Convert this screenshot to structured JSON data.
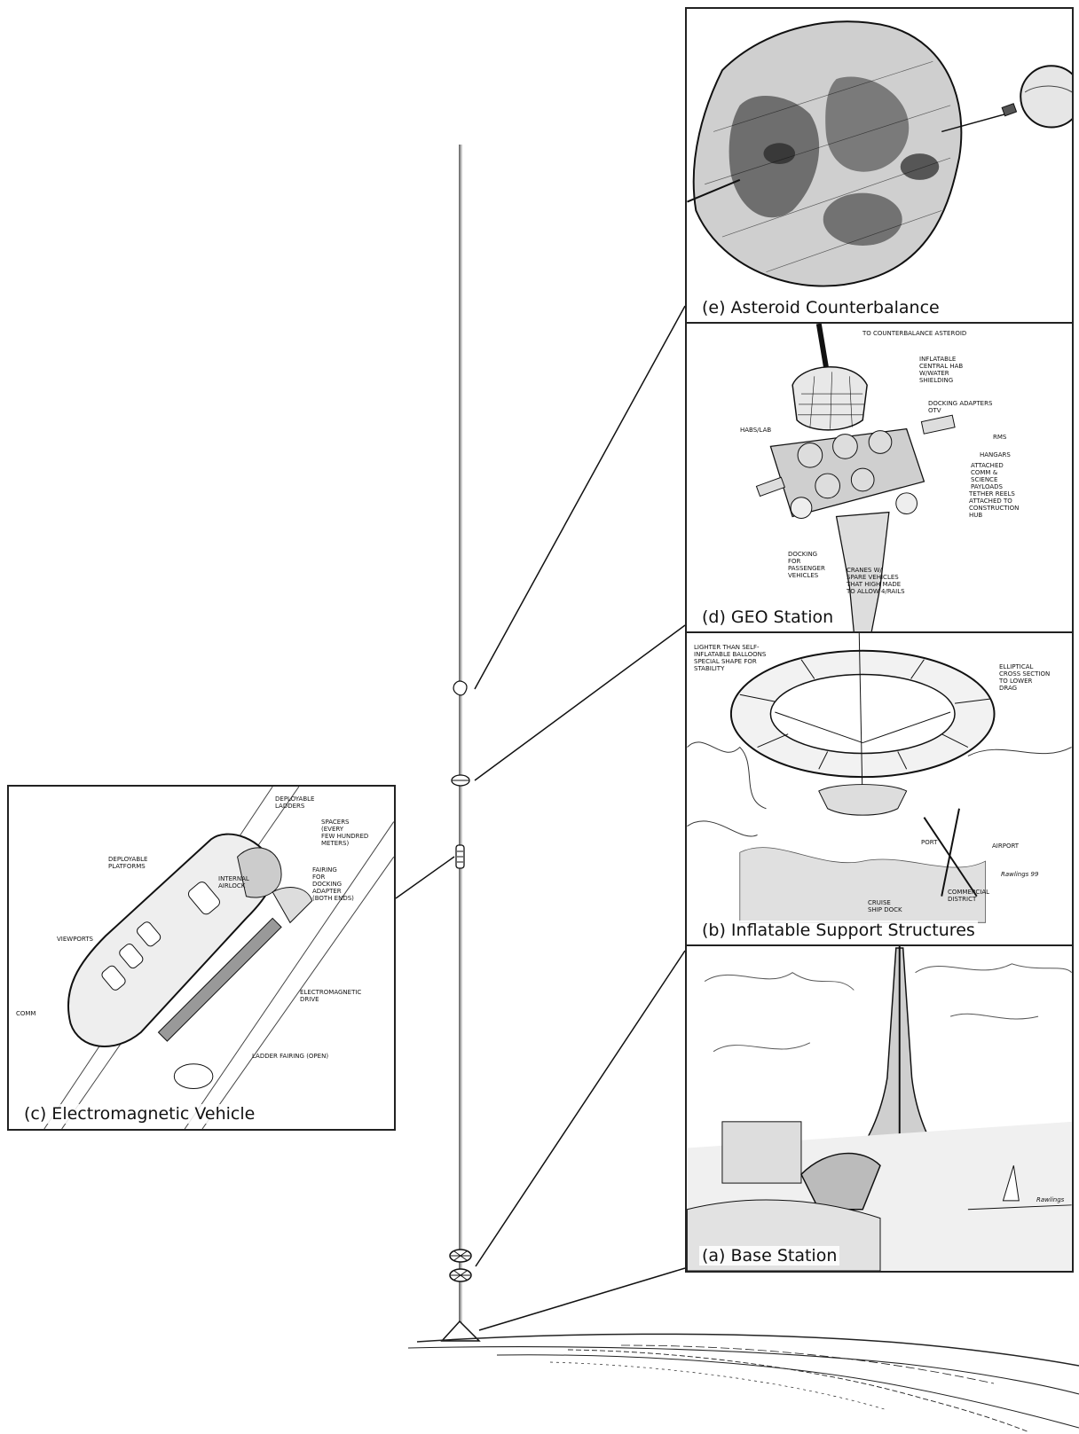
{
  "panels": {
    "asteroid": {
      "caption": "(e) Asteroid Counterbalance"
    },
    "geo": {
      "caption": "(d) GEO Station",
      "notes": {
        "counterbalance": "TO COUNTERBALANCE ASTEROID",
        "inflatable": "INFLATABLE\nCENTRAL HAB\nW/WATER\nSHIELDING",
        "docking_adapters": "DOCKING ADAPTERS\nOTV",
        "rms": "RMS",
        "hangars": "HANGARS",
        "attached": "ATTACHED\nCOMM &\nSCIENCE\nPAYLOADS",
        "tether_reels": "TETHER REELS\nATTACHED TO\nCONSTRUCTION\nHUB",
        "habs_lab": "HABS/LAB",
        "docking_passenger": "DOCKING\nFOR\nPASSENGER\nVEHICLES",
        "cranes": "CRANES W/\nSPARE VEHICLES\nTHAT HIGH MADE\nTO ALLOW 4/RAILS"
      }
    },
    "inflatable": {
      "caption": "(b) Inflatable Support Structures",
      "notes": {
        "lighter": "LIGHTER THAN SELF-\nINFLATABLE BALLOONS\nSPECIAL SHAPE FOR\nSTABILITY",
        "elliptical": "ELLIPTICAL\nCROSS SECTION\nTO LOWER\nDRAG",
        "airport": "AIRPORT",
        "port": "PORT",
        "commercial": "COMMERCIAL\nDISTRICT",
        "cruise": "CRUISE\nSHIP DOCK",
        "signature": "Rawlings 99"
      }
    },
    "base": {
      "caption": "(a) Base Station",
      "signature": "Rawlings"
    },
    "vehicle": {
      "caption": "(c) Electromagnetic Vehicle",
      "notes": {
        "ladders": "DEPLOYABLE\nLADDERS",
        "spacers": "SPACERS\n(EVERY\nFEW HUNDRED\nMETERS)",
        "platforms": "DEPLOYABLE\nPLATFORMS",
        "airlock": "INTERNAL\nAIRLOCK",
        "fairing": "FAIRING\nFOR\nDOCKING\nADAPTER\n(BOTH ENDS)",
        "viewports": "VIEWPORTS",
        "comm": "COMM",
        "drive": "ELECTROMAGNETIC\nDRIVE",
        "ladder_fairing": "LADDER FAIRING (OPEN)"
      }
    }
  }
}
